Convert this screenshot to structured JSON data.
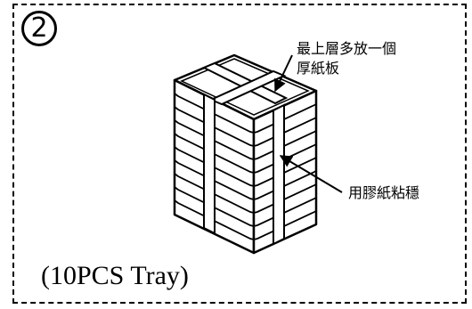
{
  "step": {
    "number": "2",
    "icon": "circled-number-icon"
  },
  "callouts": {
    "top_line1": "最上層多放一個",
    "top_line2": "厚紙板",
    "side": "用膠紙粘穩"
  },
  "caption": "(10PCS Tray)",
  "illustration": {
    "tray_count": 10,
    "stroke_color": "#000000",
    "background_color": "#ffffff"
  }
}
